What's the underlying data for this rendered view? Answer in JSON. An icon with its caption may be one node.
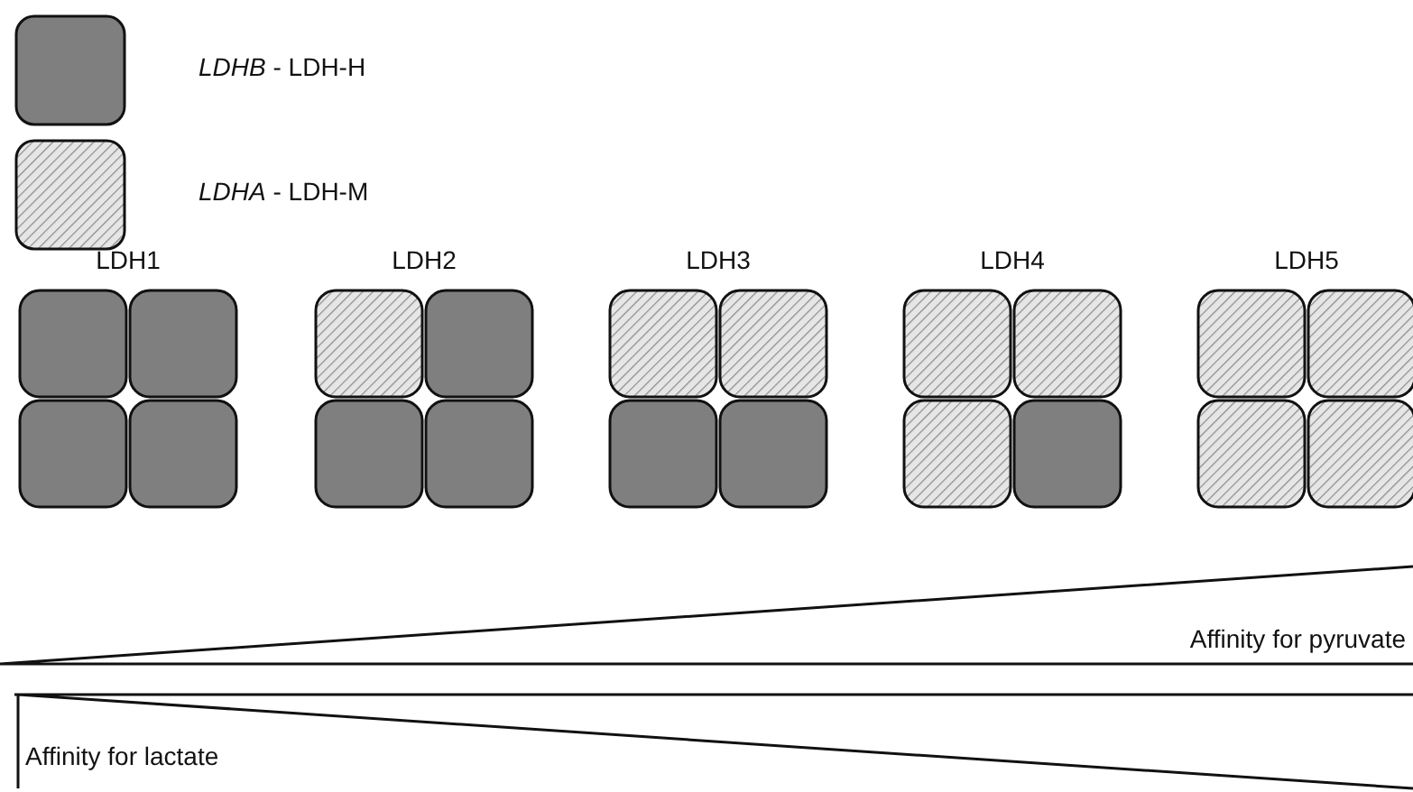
{
  "diagram": {
    "nodes": [
      {
        "text": [
          "LDH1"
        ]
      },
      {
        "text": [
          "LDH2"
        ]
      },
      {
        "text": [
          "LDH3"
        ]
      },
      {
        "text": [
          "LDH4"
        ]
      },
      {
        "text": [
          "LDH5"
        ]
      },
      {
        "text": [
          "Affinity for pyruvate"
        ]
      },
      {
        "text": [
          "Affinity for lactate"
        ]
      }
    ],
    "edges": [],
    "legend": [
      {
        "text": "*LDHB* - LDH-H",
        "color": "#7f7f7f"
      },
      {
        "text": "*LDHA* - LDH-M"
      }
    ]
  }
}
